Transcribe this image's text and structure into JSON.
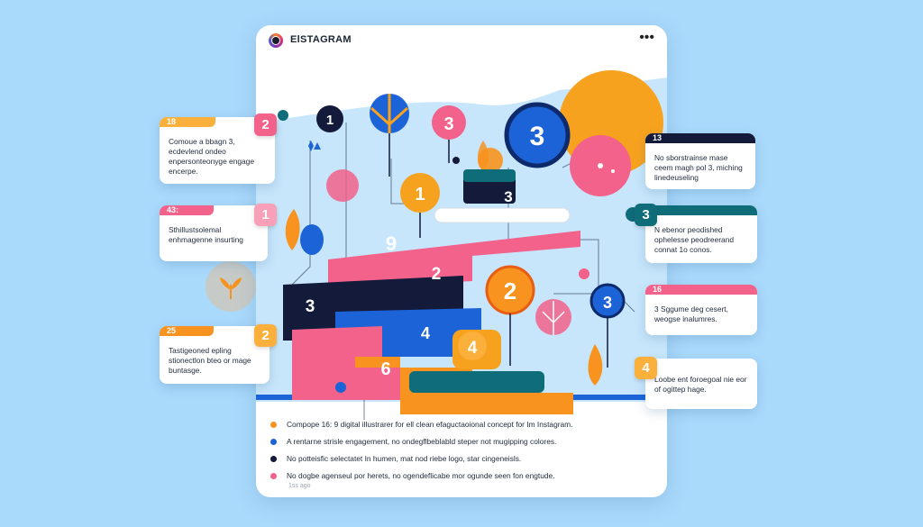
{
  "app": {
    "name": "ElSTAGRAM",
    "more_icon": "more-horizontal-icon"
  },
  "scene": {
    "bubbles": {
      "b1": "1",
      "b3a": "3",
      "b3big": "3",
      "b1b": "1",
      "b3c": "3",
      "b2": "2",
      "b4": "4",
      "b3d": "3"
    },
    "steps": {
      "s9": "9",
      "s2": "2",
      "s3": "3",
      "s4": "4",
      "s6": "6"
    }
  },
  "callouts": {
    "c1": {
      "num": "18",
      "text": "Comoue a bbagn 3, ecdevlend ondeo enpersonteonyge engage encerpe.",
      "badge": "2"
    },
    "c2": {
      "num": "43:",
      "text": "Sthillustsolemal enhmagenne insurting",
      "badge": "1"
    },
    "c3": {
      "num": "25",
      "text": "Tastigeoned epling stionectlon bteo or mage buntasge.",
      "badge": "2"
    },
    "c4": {
      "num": "13",
      "text": "No sborstrainse mase ceem magh pol 3, miching linedeuseling",
      "badge": ""
    },
    "c5": {
      "num": "",
      "text": "N ebenor peodished ophelesse peodreerand connat 1o conos.",
      "badge": "3"
    },
    "c6": {
      "num": "16",
      "text": "3 Sggume deg cesert, weogse inalumres.",
      "badge": ""
    },
    "c7": {
      "num": "",
      "text": "Loobe ent foroegoal nie eor of ogittep hage.",
      "badge": "4"
    }
  },
  "caption": {
    "items": [
      "Compope 16: 9 digital illustrarer for ell clean efaguctaoional concept for Im Instagram.",
      "A rentarne strisle engagement, no ondegflbeblabld steper not mugipping colores.",
      "No potteisfic selectatet In humen, mat nod riebe logo, star cingeneisls.",
      "No dogbe agenseul por herets, no ogendeflicabe mor ogunde seen fon engtude."
    ],
    "timestamp": "1ss ago"
  },
  "colors": {
    "pink": "#f2628a",
    "navy": "#131a3a",
    "blue": "#1c63d8",
    "orange": "#f7931e",
    "yellow": "#fbb03b",
    "teal": "#0f6d7a",
    "sky": "#a9d9fb"
  }
}
